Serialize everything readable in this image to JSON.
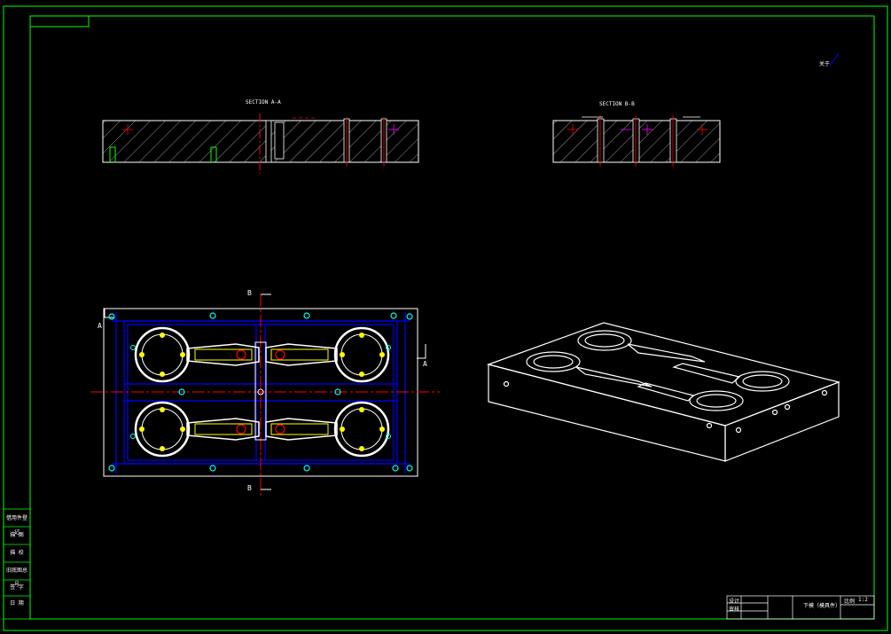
{
  "drawing": {
    "section_aa_title": "SECTION A-A",
    "section_bb_title": "SECTION B-B",
    "corner_mark": "关于",
    "cut_labels": {
      "a_left": "A",
      "a_right": "A",
      "b_top": "B",
      "b_bottom": "B"
    }
  },
  "left_title_block": {
    "rows": [
      "借用件登记",
      "描 图",
      "描 校",
      "旧底图总号",
      "签 字",
      "日 期"
    ]
  },
  "title_block": {
    "row1": "设计",
    "row2": "审核",
    "drawing_name": "下模（模具件）",
    "scale_label": "比例",
    "scale_value": "1:2"
  },
  "colors": {
    "frame": "#00ff00",
    "outline": "#ffffff",
    "center": "#ff0000",
    "channel": "#0000ff",
    "cavity": "#ffff00",
    "marker": "#ff00ff",
    "cyan": "#00ffff"
  }
}
